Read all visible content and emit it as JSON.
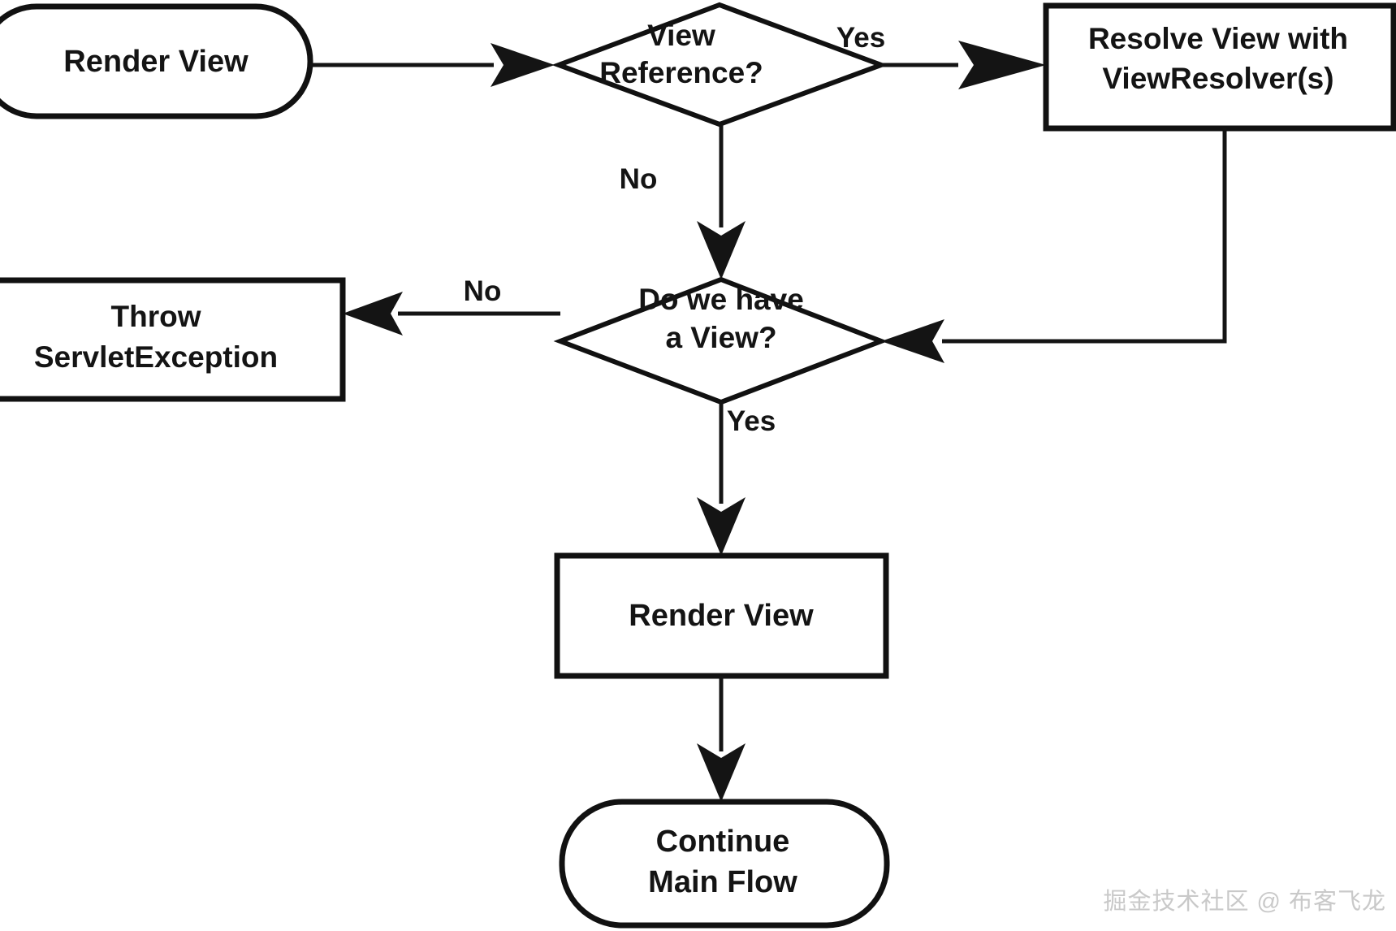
{
  "diagram": {
    "title": "Spring MVC View Rendering Flow",
    "type": "flowchart",
    "background_color": "#ffffff",
    "stroke_color": "#141414",
    "fill_color": "#ffffff",
    "nodes": [
      {
        "id": "start-render-view",
        "shape": "terminal",
        "label": "Render View",
        "lines": [
          "Render View"
        ]
      },
      {
        "id": "view-reference-decision",
        "shape": "decision",
        "label": "View Reference?",
        "lines": [
          "View",
          "Reference?"
        ]
      },
      {
        "id": "resolve-view",
        "shape": "process",
        "label": "Resolve View with ViewResolver(s)",
        "lines": [
          "Resolve View with",
          "ViewResolver(s)"
        ]
      },
      {
        "id": "have-view-decision",
        "shape": "decision",
        "label": "Do we have a View?",
        "lines": [
          "Do we have",
          "a View?"
        ]
      },
      {
        "id": "throw-servlet-exception",
        "shape": "process",
        "label": "Throw ServletException",
        "lines": [
          "Throw",
          "ServletException"
        ]
      },
      {
        "id": "render-view",
        "shape": "process",
        "label": "Render View",
        "lines": [
          "Render View"
        ]
      },
      {
        "id": "continue-main-flow",
        "shape": "terminal",
        "label": "Continue Main Flow",
        "lines": [
          "Continue",
          "Main Flow"
        ]
      }
    ],
    "edges": [
      {
        "id": "edge-start-to-viewref",
        "from": "start-render-view",
        "to": "view-reference-decision",
        "label": ""
      },
      {
        "id": "edge-viewref-yes",
        "from": "view-reference-decision",
        "to": "resolve-view",
        "label": "Yes"
      },
      {
        "id": "edge-viewref-no",
        "from": "view-reference-decision",
        "to": "have-view-decision",
        "label": "No"
      },
      {
        "id": "edge-resolve-to-haveview",
        "from": "resolve-view",
        "to": "have-view-decision",
        "label": ""
      },
      {
        "id": "edge-haveview-no",
        "from": "have-view-decision",
        "to": "throw-servlet-exception",
        "label": "No"
      },
      {
        "id": "edge-haveview-yes",
        "from": "have-view-decision",
        "to": "render-view",
        "label": "Yes"
      },
      {
        "id": "edge-render-to-continue",
        "from": "render-view",
        "to": "continue-main-flow",
        "label": ""
      }
    ],
    "edge_labels": {
      "viewref_yes": "Yes",
      "viewref_no": "No",
      "haveview_no": "No",
      "haveview_yes": "Yes"
    }
  },
  "watermark": {
    "text": "掘金技术社区 @ 布客飞龙",
    "color": "#c9c9c9"
  }
}
